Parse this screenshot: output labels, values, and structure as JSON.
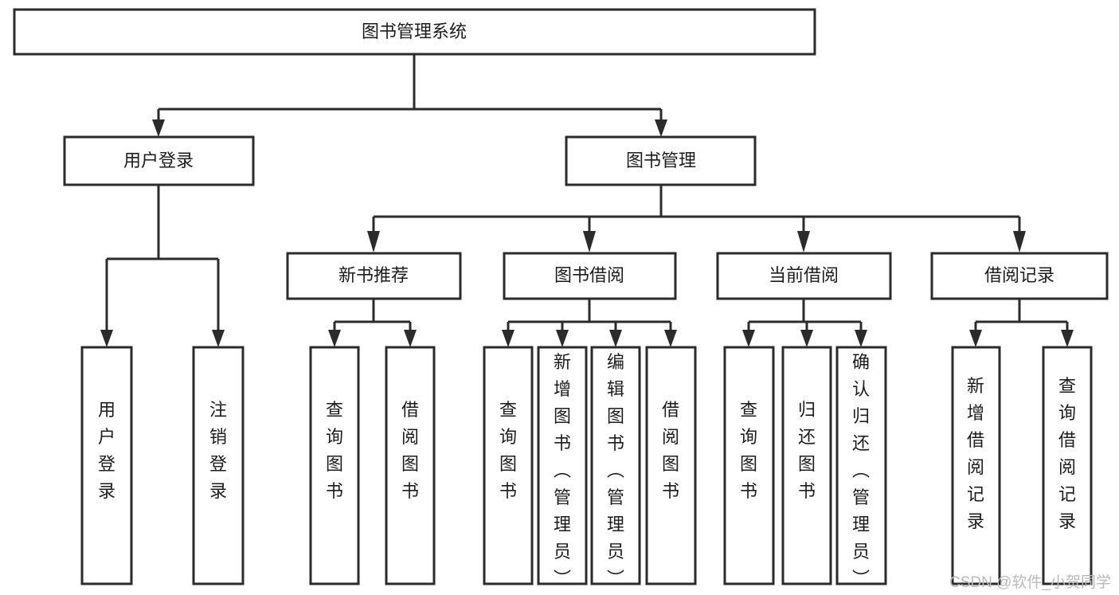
{
  "diagram": {
    "type": "tree-hierarchy-chart",
    "title": "图书管理系统",
    "watermark": "CSDN @软件_小贺同学",
    "colors": {
      "box_fill": "#ffffff",
      "box_stroke": "#2b2b2b",
      "text": "#1c1c1c",
      "background": "#ffffff",
      "watermark": "#b9b9b9"
    },
    "levels": {
      "root": {
        "label": "图书管理系统"
      },
      "level2": [
        {
          "id": "user-login",
          "label": "用户登录"
        },
        {
          "id": "book-manage",
          "label": "图书管理"
        }
      ],
      "level3": [
        {
          "id": "new-book-recommend",
          "label": "新书推荐",
          "parent": "book-manage"
        },
        {
          "id": "book-borrow",
          "label": "图书借阅",
          "parent": "book-manage"
        },
        {
          "id": "current-borrow",
          "label": "当前借阅",
          "parent": "book-manage"
        },
        {
          "id": "borrow-record",
          "label": "借阅记录",
          "parent": "book-manage"
        }
      ],
      "leaves": [
        {
          "id": "leaf-user-login",
          "label": "用户登录",
          "parent": "user-login"
        },
        {
          "id": "leaf-logout",
          "label": "注销登录",
          "parent": "user-login"
        },
        {
          "id": "leaf-query-book-1",
          "label": "查询图书",
          "parent": "new-book-recommend"
        },
        {
          "id": "leaf-borrow-book-1",
          "label": "借阅图书",
          "parent": "new-book-recommend"
        },
        {
          "id": "leaf-query-book-2",
          "label": "查询图书",
          "parent": "book-borrow"
        },
        {
          "id": "leaf-add-book",
          "label": "新增图书（管理员）",
          "parent": "book-borrow"
        },
        {
          "id": "leaf-edit-book",
          "label": "编辑图书（管理员）",
          "parent": "book-borrow"
        },
        {
          "id": "leaf-borrow-book-2",
          "label": "借阅图书",
          "parent": "book-borrow"
        },
        {
          "id": "leaf-query-book-3",
          "label": "查询图书",
          "parent": "current-borrow"
        },
        {
          "id": "leaf-return-book",
          "label": "归还图书",
          "parent": "current-borrow"
        },
        {
          "id": "leaf-confirm-return",
          "label": "确认归还（管理员）",
          "parent": "current-borrow"
        },
        {
          "id": "leaf-add-record",
          "label": "新增借阅记录",
          "parent": "borrow-record"
        },
        {
          "id": "leaf-query-record",
          "label": "查询借阅记录",
          "parent": "borrow-record"
        }
      ]
    }
  }
}
